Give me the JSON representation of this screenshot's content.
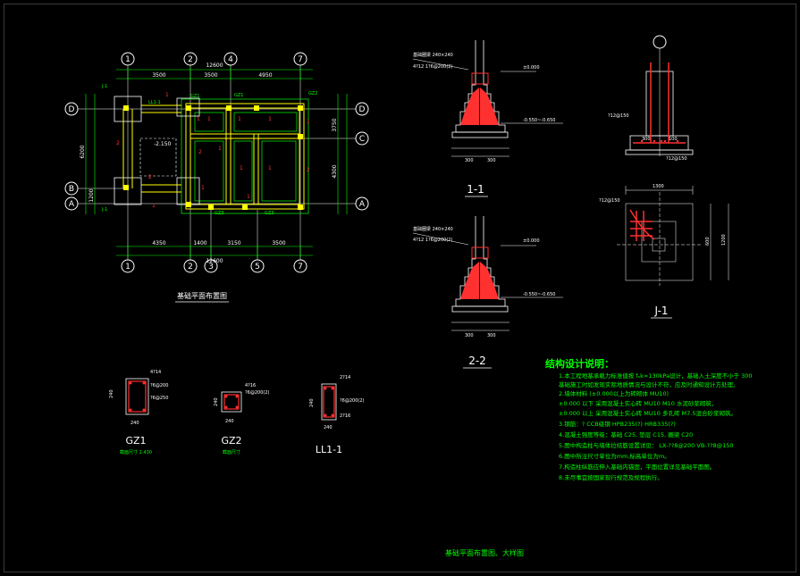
{
  "drawing": {
    "sheet_title": "基础平面布置图、大样图",
    "plan_title": "基础平面布置图"
  },
  "plan": {
    "axes_top": [
      "1",
      "2",
      "4",
      "7"
    ],
    "axes_bottom": [
      "1",
      "2",
      "3",
      "5",
      "7"
    ],
    "axes_left": [
      "D",
      "B",
      "A"
    ],
    "axes_right": [
      "D",
      "C",
      "A"
    ],
    "overall_dim_top": "12600",
    "overall_dim_bottom": "12600",
    "dims_top": [
      "3500",
      "3500",
      "4950"
    ],
    "dims_bottom": [
      "4350",
      "1400",
      "3150",
      "3500"
    ],
    "dims_left": [
      "6200",
      "1200"
    ],
    "dims_right": [
      "3750",
      "4300"
    ],
    "column_tags": [
      "GZ1",
      "GZ2",
      "GZ3"
    ],
    "beam_tag": "LL1-1",
    "foundation_tag": "J-1",
    "section_marks": [
      "1",
      "2"
    ],
    "elevation_note": "-2.150"
  },
  "section_1": {
    "title": "1-1",
    "wall_note": "基础圈梁 240×240",
    "rebar_note": "4?12 1?6@200(2)",
    "level_top": "±0.000",
    "level_bottom": "-0.550~-0.650",
    "width_dims": [
      "300",
      "300"
    ]
  },
  "section_2": {
    "title": "2-2",
    "wall_note": "基础圈梁 240×240",
    "rebar_note": "4?12 1?6@200(2)",
    "level_top": "±0.000",
    "level_bottom": "-0.550~-0.650",
    "width_dims": [
      "300",
      "300"
    ]
  },
  "detail_j1": {
    "title": "J-1",
    "top_dim": "1300",
    "side_dims": [
      "1200",
      "600"
    ],
    "bottom_dims": [
      "300",
      "100"
    ],
    "rebar_note": "?12@150"
  },
  "column_details": [
    {
      "title": "GZ1",
      "subtitle": "截面尺寸 2.430",
      "dims": [
        "240",
        "240"
      ],
      "notes": [
        "4?14",
        "?6@200",
        "?6@250"
      ]
    },
    {
      "title": "GZ2",
      "subtitle": "截面尺寸",
      "dims": [
        "240",
        "240"
      ],
      "notes": [
        "4?16",
        "?6@200(2)"
      ]
    },
    {
      "title": "LL1-1",
      "subtitle": "",
      "dims": [
        "240",
        "240"
      ],
      "notes": [
        "2?14",
        "?6@200(2)",
        "2?16"
      ]
    }
  ],
  "notes": {
    "title": "结构设计说明：",
    "lines": [
      "1.本工程地基承载力标准值按 fₐk=130kPa设计，基础入土深度不小于    300",
      "  基础施工时如发现实际地质情况与设计不符，应及时通知设计方处理。",
      "2.墙体材料  (±0.000以上为砖砌体 MU10)",
      "  ±0.000 以下  采用混凝土实心砖 MU10    M10  水泥砂浆砌筑，",
      "  ±0.000 以上  采用混凝土实心砖 MU10    多孔砖 M7.5混合砂浆砌筑。",
      "3.钢筋：? CCB级钢    HPB235(?)    HRB335(?)",
      "4.混凝土强度等级：基础 C25,  垫层 C15,  圈梁 C20",
      "5.图中构造柱与墙体拉结筋设置详见：  LX-??8@200     VB-??8@150",
      "6.图中所注尺寸单位为mm,标高单位为m。",
      "7.构造柱纵筋应伸入基础内锚固，平面位置详见基础平面图。",
      "8.未尽事宜按国家现行规范及规程执行。"
    ]
  }
}
